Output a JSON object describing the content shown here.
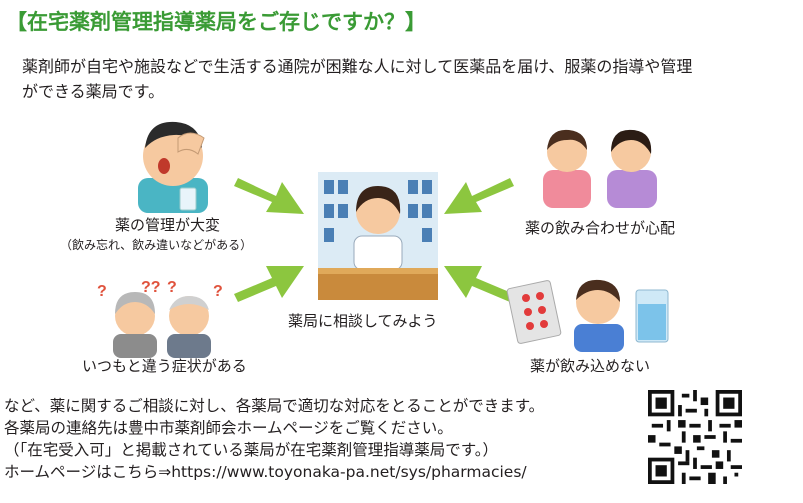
{
  "title": "【在宅薬剤管理指導薬局をご存じですか？】",
  "intro": {
    "line1": "薬剤師が自宅や施設などで生活する通院が困難な人に対して医薬品を届け、服薬の指導や管理",
    "line2": "ができる薬局です。"
  },
  "scenarios": {
    "top_left": {
      "label": "薬の管理が大変",
      "sub": "（飲み忘れ、飲み違いなどがある）"
    },
    "top_right": {
      "label": "薬の飲み合わせが心配"
    },
    "bottom_left": {
      "label": "いつもと違う症状がある"
    },
    "bottom_right": {
      "label": "薬が飲み込めない"
    },
    "center": {
      "label": "薬局に相談してみよう"
    }
  },
  "footer": {
    "line1": "など、薬に関するご相談に対し、各薬局で適切な対応をとることができます。",
    "line2": "各薬局の連絡先は豊中市薬剤師会ホームページをご覧ください。",
    "line3": "（「在宅受入可」と掲載されている薬局が在宅薬剤管理指導薬局です。）",
    "line4": "ホームページはこちら⇒https://www.toyonaka-pa.net/sys/pharmacies/"
  },
  "colors": {
    "title": "#3a9b35",
    "arrow": "#8cc63f",
    "text": "#231f20"
  },
  "icons": [
    "man-headache-illustration",
    "pharmacist-illustration",
    "women-talking-illustration",
    "elderly-couple-illustration",
    "boy-medicine-illustration",
    "qr-code"
  ]
}
